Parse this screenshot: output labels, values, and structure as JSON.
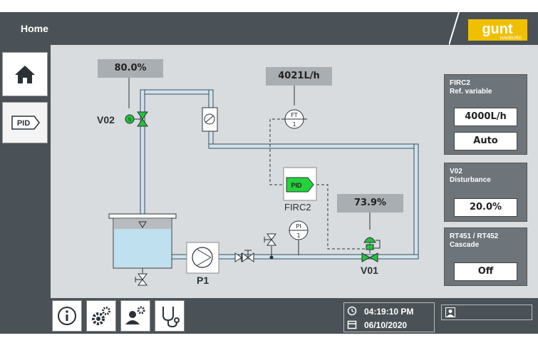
{
  "header": {
    "title": "Home",
    "logo_text": "gunt",
    "logo_subtext": "HAMBURG"
  },
  "sidebar": {
    "items": [
      {
        "name": "home",
        "icon": "home-icon"
      },
      {
        "name": "pid",
        "label": "PID"
      }
    ]
  },
  "process": {
    "v02_setpoint": "80.0%",
    "flow_reading": "4021L/h",
    "v01_position": "73.9%",
    "labels": {
      "v02": "V02",
      "v01": "V01",
      "p1": "P1",
      "firc2": "FIRC2",
      "ft": "FT",
      "ft_num": "1",
      "pi": "PI",
      "pi_num": "1",
      "pid": "PID"
    }
  },
  "panels": {
    "firc2": {
      "title_line1": "FIRC2",
      "title_line2": "Ref. variable",
      "value": "4000L/h",
      "mode": "Auto"
    },
    "v02": {
      "title_line1": "V02",
      "title_line2": "Disturbance",
      "value": "20.0%"
    },
    "cascade": {
      "title_line1": "RT451 / RT452",
      "title_line2": "Cascade",
      "value": "Off"
    }
  },
  "footer": {
    "time": "04:19:10 PM",
    "date": "06/10/2020"
  },
  "colors": {
    "bar": "#4a5257",
    "canvas": "#d8dcdf",
    "valve_green": "#22c43a",
    "water": "#bfe0ee",
    "pipe": "#3a4f5c"
  }
}
